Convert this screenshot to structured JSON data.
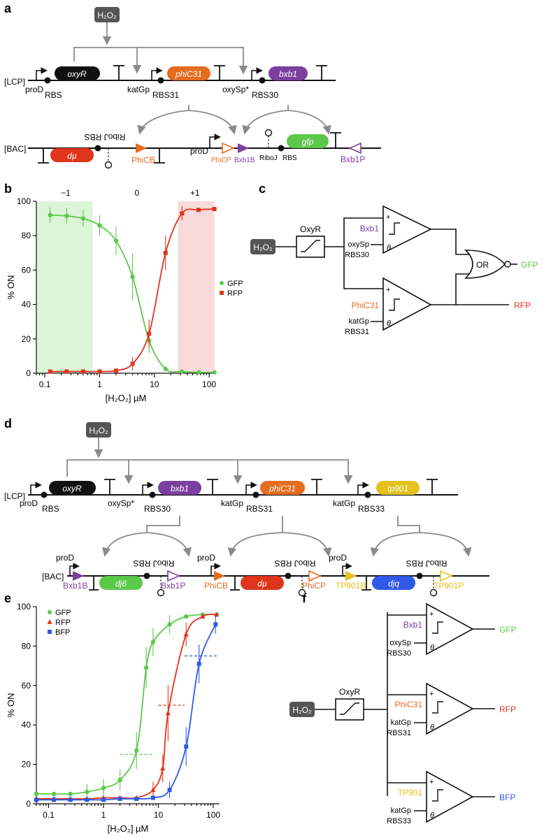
{
  "panel_letters": [
    "a",
    "b",
    "c",
    "d",
    "e",
    "f"
  ],
  "colors": {
    "green": "#5cc84a",
    "red": "#e0351c",
    "blue": "#2f59e6",
    "purple": "#7b3fa0",
    "orange": "#e56b1f",
    "yellow": "#e2c21b",
    "black": "#111111",
    "h2o2_box": "#555555",
    "green_shade": "#dcf5d8",
    "red_shade": "#f8dada"
  },
  "h2o2": "H₂O₂",
  "panel_a": {
    "lcp_label": "[LCP]",
    "bac_label": "[BAC]",
    "genes": [
      "oxyR",
      "phiC31",
      "bxb1",
      "gfp",
      "dµ"
    ],
    "lcp_parts": [
      {
        "promoter": "proD",
        "rbs": "RBS",
        "gene": "oxyR"
      },
      {
        "promoter": "katGp",
        "rbs": "RBS31",
        "gene": "phiC31"
      },
      {
        "promoter": "oxySp*",
        "rbs": "RBS30",
        "gene": "bxb1"
      }
    ],
    "bac_labels": {
      "riboj_rbs_flipped": "RiboJ RBS",
      "phicb": "PhiCB",
      "prod": "proD",
      "phicp": "PhiCP",
      "bxb1b": "Bxb1B",
      "riboj": "RiboJ",
      "rbs": "RBS",
      "bxb1p": "Bxb1P",
      "reporter": "gfp",
      "reporter_flipped": "dµ"
    }
  },
  "panel_b": {
    "chart_data": {
      "type": "line",
      "xlabel": "[H₂O₂] µM",
      "ylabel": "% ON",
      "xscale": "log",
      "xlim": [
        0.07,
        130
      ],
      "ylim": [
        0,
        100
      ],
      "xticks": [
        "0.1",
        "1",
        "10",
        "100"
      ],
      "yticks": [
        "0",
        "20",
        "40",
        "60",
        "80",
        "100"
      ],
      "regions": [
        "−1",
        "0",
        "+1"
      ],
      "legend_position": "center-right",
      "series": [
        {
          "name": "GFP",
          "color": "#5cc84a",
          "marker": "circle",
          "x": [
            0.125,
            0.25,
            0.5,
            1,
            2,
            4,
            8,
            16,
            32,
            64,
            125
          ],
          "y": [
            92,
            91.5,
            90,
            86,
            77,
            56,
            19,
            2.5,
            1,
            0.5,
            0.5
          ]
        },
        {
          "name": "RFP",
          "color": "#e0351c",
          "marker": "square",
          "x": [
            0.125,
            0.25,
            0.5,
            1,
            2,
            4,
            8,
            16,
            32,
            64,
            125
          ],
          "y": [
            1,
            1,
            1,
            1,
            1.5,
            5.5,
            23,
            70,
            93,
            95,
            95.5
          ]
        }
      ]
    }
  },
  "panel_c": {
    "oxyr": "OxyR",
    "gate1": {
      "recombinase": "Bxb1",
      "promoter": "oxySp",
      "rbs": "RBS30"
    },
    "gate2": {
      "recombinase": "PhiC31",
      "promoter": "katGp",
      "rbs": "RBS31"
    },
    "or_label": "OR",
    "outputs": [
      "GFP",
      "RFP"
    ],
    "plus": "+",
    "theta": "θ"
  },
  "panel_d": {
    "lcp_label": "[LCP]",
    "bac_label": "[BAC]",
    "lcp_parts": [
      {
        "promoter": "proD",
        "rbs": "RBS",
        "gene": "oxyR"
      },
      {
        "promoter": "oxySp*",
        "rbs": "RBS30",
        "gene": "bxb1"
      },
      {
        "promoter": "katGp",
        "rbs": "RBS31",
        "gene": "phiC31"
      },
      {
        "promoter": "katGp",
        "rbs": "RBS33",
        "gene": "tp901"
      }
    ],
    "bac_units": [
      {
        "prod": "proD",
        "site_b": "Bxb1B",
        "reporter": "dj6",
        "riboj_rbs": "RiboJ RBS",
        "site_p": "Bxb1P",
        "color": "#5cc84a",
        "site_color": "#7b3fa0"
      },
      {
        "prod": "proD",
        "site_b": "PhiCB",
        "reporter": "dµ",
        "riboj_rbs": "RiboJ RBS",
        "site_p": "PhiCP",
        "color": "#e0351c",
        "site_color": "#e56b1f"
      },
      {
        "prod": "proD",
        "site_b": "TP901B",
        "reporter": "djq",
        "riboj_rbs": "RiboJ RBS",
        "site_p": "TP901P",
        "color": "#2f59e6",
        "site_color": "#e2c21b"
      }
    ]
  },
  "panel_e": {
    "chart_data": {
      "type": "line",
      "xlabel": "[H₂O₂] µM",
      "ylabel": "% ON",
      "xscale": "log",
      "xlim": [
        0.06,
        130
      ],
      "ylim": [
        0,
        100
      ],
      "xticks": [
        "0.1",
        "1",
        "10",
        "100"
      ],
      "yticks": [
        "0",
        "20",
        "40",
        "60",
        "80",
        "100"
      ],
      "legend_position": "top-left",
      "series": [
        {
          "name": "GFP",
          "color": "#5cc84a",
          "marker": "circle",
          "x": [
            0.06,
            0.125,
            0.25,
            0.5,
            1,
            2,
            4,
            6,
            8,
            16,
            32,
            64,
            115
          ],
          "y": [
            5,
            5,
            5,
            6,
            8,
            12,
            27,
            69,
            82,
            91,
            95,
            96,
            96
          ]
        },
        {
          "name": "RFP",
          "color": "#e0351c",
          "marker": "triangle",
          "x": [
            0.06,
            0.125,
            0.25,
            0.5,
            1,
            2,
            4,
            8,
            12,
            15,
            32,
            64,
            115
          ],
          "y": [
            2.5,
            2.5,
            2.5,
            2.5,
            3,
            3,
            3,
            7,
            18,
            46,
            86,
            95,
            96
          ]
        },
        {
          "name": "BFP",
          "color": "#2f59e6",
          "marker": "square",
          "x": [
            0.06,
            0.125,
            0.25,
            0.5,
            1,
            2,
            4,
            8,
            16,
            32,
            55,
            110
          ],
          "y": [
            2,
            2,
            2,
            2,
            2,
            2.5,
            2.5,
            3,
            7,
            29,
            71,
            91
          ]
        }
      ],
      "half_max_markers": [
        {
          "series": "GFP",
          "y": 25,
          "x": [
            2,
            8
          ]
        },
        {
          "series": "RFP",
          "y": 50,
          "x": [
            10,
            30
          ]
        },
        {
          "series": "BFP",
          "y": 75,
          "x": [
            30,
            115
          ]
        }
      ]
    }
  },
  "panel_f": {
    "oxyr": "OxyR",
    "gates": [
      {
        "recombinase": "Bxb1",
        "promoter": "oxySp",
        "rbs": "RBS30",
        "output": "GFP"
      },
      {
        "recombinase": "PhiC31",
        "promoter": "katGp",
        "rbs": "RBS31",
        "output": "RFP"
      },
      {
        "recombinase": "TP901",
        "promoter": "katGp",
        "rbs": "RBS33",
        "output": "BFP"
      }
    ],
    "plus": "+",
    "theta": "θ"
  }
}
